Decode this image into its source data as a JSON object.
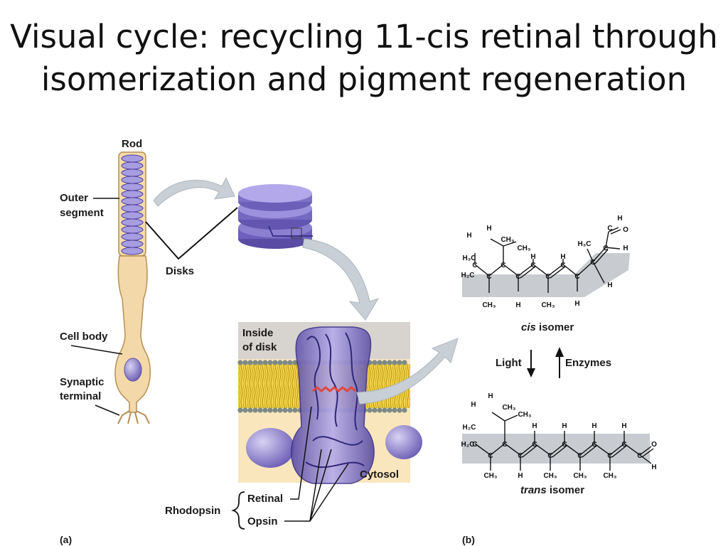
{
  "slide": {
    "title_line1": "Visual cycle: recycling 11-cis retinal through",
    "title_line2": "isomerization and pigment regeneration"
  },
  "panel_a": {
    "cell_title": "Rod",
    "outer_segment": "Outer segment",
    "outer_segment_line1": "Outer",
    "outer_segment_line2": "segment",
    "disks": "Disks",
    "cell_body": "Cell body",
    "synaptic_line1": "Synaptic",
    "synaptic_line2": "terminal",
    "inside_line1": "Inside",
    "inside_line2": "of disk",
    "cytosol": "Cytosol",
    "rhodopsin": "Rhodopsin",
    "retinal": "Retinal",
    "opsin": "Opsin",
    "panel_label": "(a)"
  },
  "panel_b": {
    "cis_italic": "cis",
    "cis_rest": " isomer",
    "trans_italic": "trans",
    "trans_rest": " isomer",
    "light": "Light",
    "enzymes": "Enzymes",
    "panel_label": "(b)",
    "atoms": {
      "H": "H",
      "C": "C",
      "O": "O",
      "CH3": "CH₃",
      "H3C": "H₃C",
      "H2C": "H₂C"
    }
  },
  "colors": {
    "membrane_fill": "#e8c840",
    "head_groups": "#7d8a86",
    "protein": "#7d6fc0",
    "cell_body": "#f3d9a9",
    "cytosol_bg": "#fae6bd",
    "arrow_gray": "#c9cfd6",
    "band_gray": "#c8ccd0",
    "retinal_red": "#e0483c"
  }
}
